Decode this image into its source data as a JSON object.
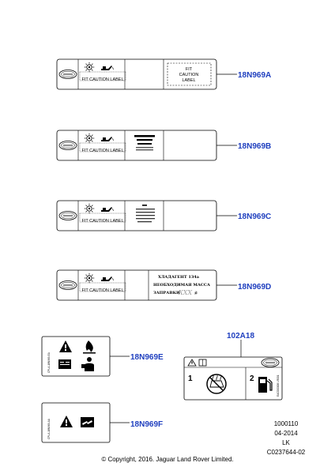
{
  "labels": [
    {
      "ref": "18N969A",
      "caption": "FIT CAUTION LABEL",
      "box_text": [
        "FIT",
        "CAUTION",
        "LABEL"
      ]
    },
    {
      "ref": "18N969B",
      "caption": "FIT CAUTION LABEL"
    },
    {
      "ref": "18N969C",
      "caption": "FIT CAUTION LABEL"
    },
    {
      "ref": "18N969D",
      "caption": "FIT CAUTION LABEL",
      "ru_lines": [
        "ХЛАДАГЕНТ  134a",
        "НЕОБХОДИМАЯ  МАССА",
        "ЗАПРАВКИ"
      ],
      "ru_suffix": "± ",
      "ru_handwrite": "XXX г"
    }
  ],
  "small_labels": [
    {
      "ref": "18N969E",
      "code": "CPLA-18N969-EA"
    },
    {
      "ref": "18N969F",
      "code": "CPLA-18N969-AA"
    },
    {
      "ref": "102A18",
      "numbers": [
        "1",
        "2"
      ],
      "code": "EAC000006 LR001"
    }
  ],
  "footer": {
    "lines": [
      "1000110",
      "04-2014",
      "LK",
      "C0237644-02"
    ],
    "copyright": "© Copyright, 2016. Jaguar Land Rover Limited."
  },
  "colors": {
    "ref": "#1f3fbf",
    "line": "#000000"
  }
}
